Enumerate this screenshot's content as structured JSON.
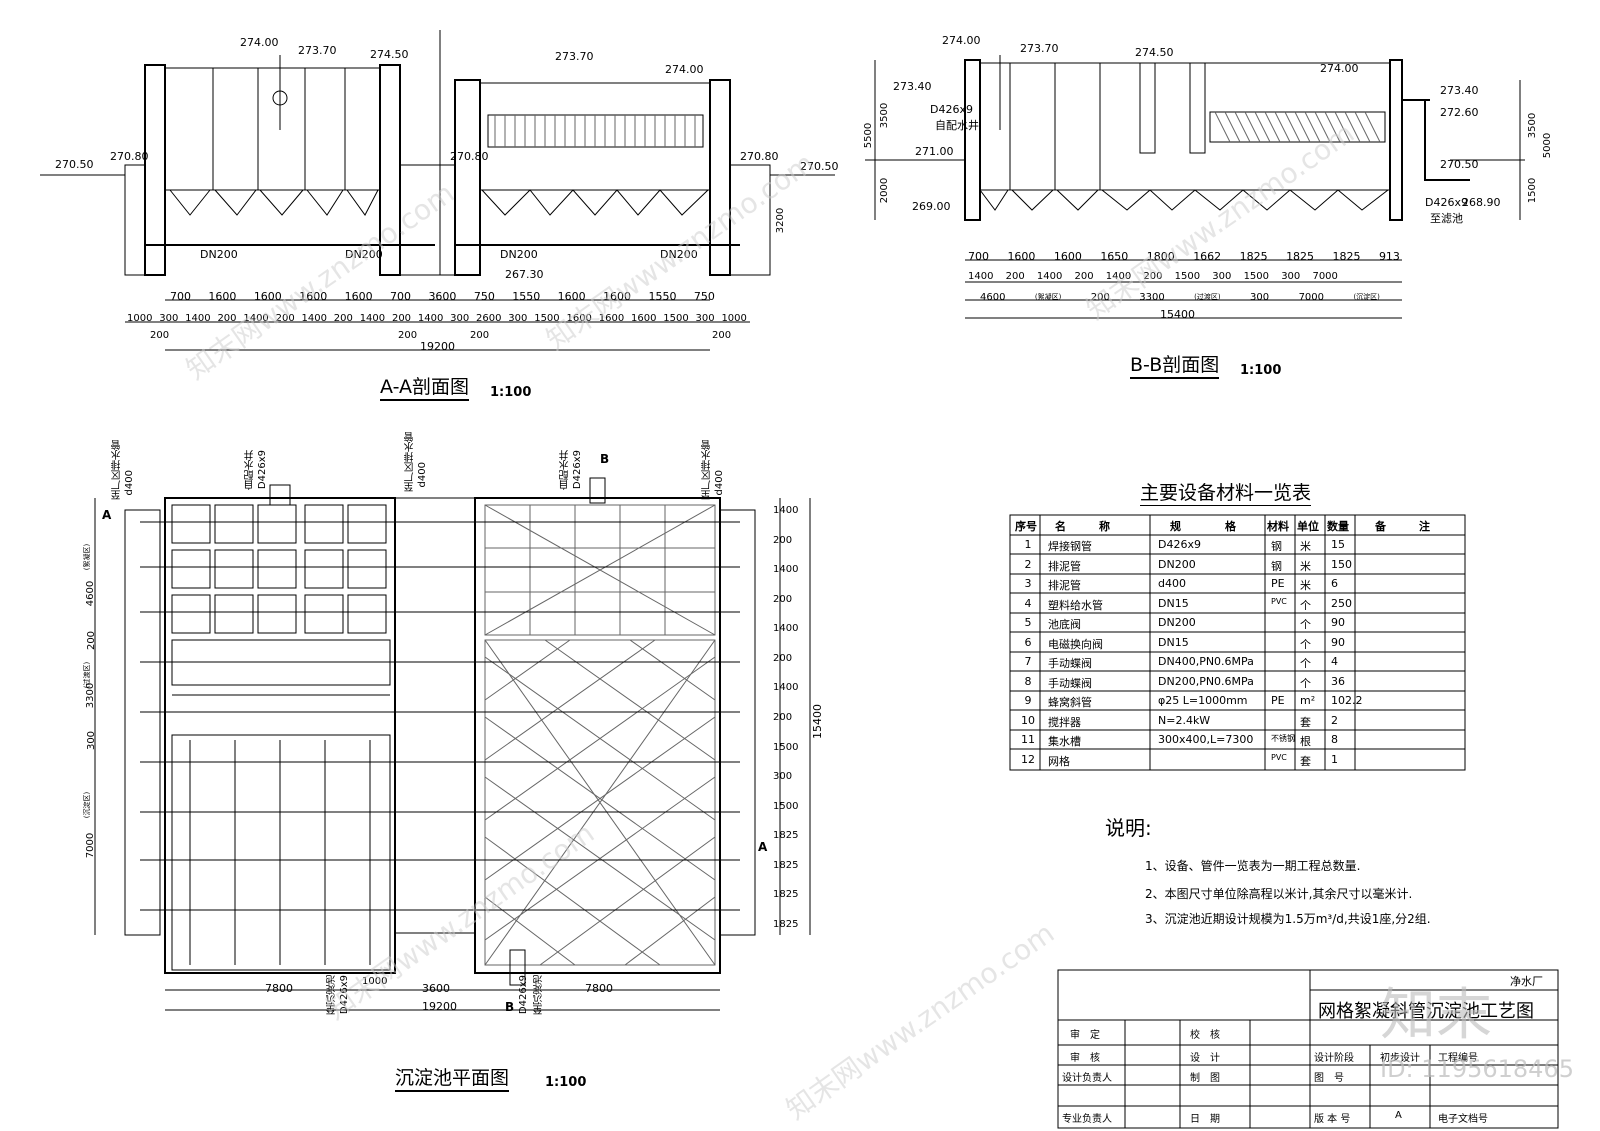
{
  "sections": {
    "aa": {
      "title": "A-A剖面图",
      "scale": "1:100",
      "elevations": [
        "274.00",
        "273.70",
        "274.50",
        "273.70",
        "274.00",
        "270.50",
        "270.80",
        "270.80",
        "270.80",
        "270.50",
        "267.30"
      ],
      "pipes": [
        "DN200",
        "DN200",
        "DN200",
        "DN200"
      ],
      "depth": "3200",
      "dim_row1": [
        "700",
        "1600",
        "1600",
        "1600",
        "1600",
        "700",
        "3600",
        "750",
        "1550",
        "1600",
        "1600",
        "1550",
        "750"
      ],
      "dim_row2": [
        "1000",
        "300",
        "1400",
        "200",
        "1400",
        "200",
        "1400",
        "200",
        "1400",
        "200",
        "1400",
        "300",
        "2600",
        "300",
        "1500",
        "1600",
        "1600",
        "1600",
        "1500",
        "300",
        "1000"
      ],
      "dim_row3": [
        "200",
        "200",
        "200",
        "200"
      ],
      "total": "19200"
    },
    "bb": {
      "title": "B-B剖面图",
      "scale": "1:100",
      "elevations": [
        "274.00",
        "273.70",
        "274.50",
        "274.00",
        "273.40",
        "273.40",
        "272.60",
        "271.00",
        "270.50",
        "269.00",
        "268.90"
      ],
      "pipe_label": "D426x9",
      "well_label": "自配水井",
      "pipe_label2": "D426x9",
      "filter_label": "至滤池",
      "left_dims": [
        "3500",
        "5500",
        "2000"
      ],
      "right_dims": [
        "3500",
        "5000",
        "1500"
      ],
      "dim_row1": [
        "700",
        "1600",
        "1600",
        "1650",
        "1800",
        "1662",
        "1825",
        "1825",
        "1825",
        "913"
      ],
      "dim_row2": [
        "1400",
        "200",
        "1400",
        "200",
        "1400",
        "200",
        "1500",
        "300",
        "1500",
        "300",
        "7000"
      ],
      "dim_row3": [
        "4600",
        "(絮凝区)",
        "200",
        "3300",
        "(过渡区)",
        "300",
        "7000",
        "(沉淀区)"
      ],
      "total": "15400"
    },
    "plan": {
      "title": "沉淀池平面图",
      "scale": "1:100",
      "vertical_labels": [
        "至厂区排水管",
        "d400",
        "自配水井",
        "D426x9",
        "至厂区排水管",
        "d400",
        "自配水井",
        "D426x9",
        "至厂区排水管",
        "d400"
      ],
      "bottom_labels": [
        "至沉淀池",
        "D426x9",
        "D426x9",
        "至沉淀池"
      ],
      "section_marks": [
        "A",
        "A",
        "B",
        "B"
      ],
      "left_dims": [
        "4600",
        "(絮凝区)",
        "200",
        "3300",
        "(过渡区)",
        "300",
        "7000",
        "(沉淀区)"
      ],
      "right_dims": [
        "1400",
        "200",
        "1400",
        "200",
        "1400",
        "200",
        "1400",
        "200",
        "1500",
        "300",
        "1500",
        "1825",
        "1825",
        "1825",
        "1825"
      ],
      "right_total": "15400",
      "bottom_dims": [
        "7800",
        "3600",
        "7800",
        "1000"
      ],
      "bottom_total": "19200"
    }
  },
  "table": {
    "title": "主要设备材料一览表",
    "headers": [
      "序号",
      "名　　　称",
      "规　　　　格",
      "材料",
      "单位",
      "数量",
      "备　　　注"
    ],
    "rows": [
      [
        "1",
        "焊接钢管",
        "D426x9",
        "钢",
        "米",
        "15",
        ""
      ],
      [
        "2",
        "排泥管",
        "DN200",
        "钢",
        "米",
        "150",
        ""
      ],
      [
        "3",
        "排泥管",
        "d400",
        "PE",
        "米",
        "6",
        ""
      ],
      [
        "4",
        "塑料给水管",
        "DN15",
        "PVC",
        "个",
        "250",
        ""
      ],
      [
        "5",
        "池底阀",
        "DN200",
        "",
        "个",
        "90",
        ""
      ],
      [
        "6",
        "电磁换向阀",
        "DN15",
        "",
        "个",
        "90",
        ""
      ],
      [
        "7",
        "手动蝶阀",
        "DN400,PN0.6MPa",
        "",
        "个",
        "4",
        ""
      ],
      [
        "8",
        "手动蝶阀",
        "DN200,PN0.6MPa",
        "",
        "个",
        "36",
        ""
      ],
      [
        "9",
        "蜂窝斜管",
        "φ25 L=1000mm",
        "PE",
        "m²",
        "102.2",
        ""
      ],
      [
        "10",
        "搅拌器",
        "N=2.4kW",
        "",
        "套",
        "2",
        ""
      ],
      [
        "11",
        "集水槽",
        "300x400,L=7300",
        "不锈钢",
        "根",
        "8",
        ""
      ],
      [
        "12",
        "网格",
        "",
        "PVC",
        "套",
        "1",
        ""
      ]
    ]
  },
  "notes": {
    "title": "说明:",
    "items": [
      "1、设备、管件一览表为一期工程总数量.",
      "2、本图尺寸单位除高程以米计,其余尺寸以毫米计.",
      "3、沉淀池近期设计规模为1.5万m³/d,共设1座,分2组."
    ]
  },
  "title_block": {
    "company": "净水厂",
    "drawing_title": "网格絮凝斜管沉淀池工艺图",
    "cells": [
      "审　定",
      "校　核",
      "审　核",
      "设　计",
      "设计负责人",
      "制　图",
      "专业负责人",
      "日　期",
      "设计阶段",
      "初步设计",
      "工程编号",
      "图　号",
      "版 本 号",
      "A",
      "电子文档号"
    ]
  },
  "watermarks": {
    "brand": "知末网www.znzmo.com",
    "logo": "知末",
    "id": "ID: 1195618465"
  }
}
